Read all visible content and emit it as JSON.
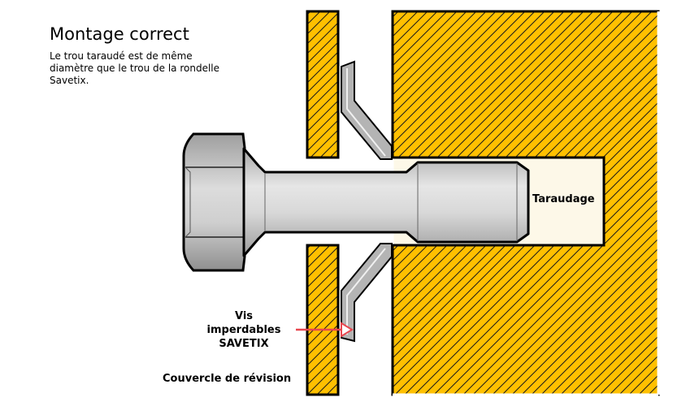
{
  "title": "Montage correct",
  "description": {
    "line1": "Le trou taraudé est de même",
    "line2": "diamètre que le trou de la rondelle",
    "line3": "Savetix."
  },
  "labels": {
    "taraudage": "Taraudage",
    "vis_line1": "Vis",
    "vis_line2": "imperdables",
    "vis_line3": "SAVETIX",
    "couvercle": "Couvercle de révision"
  },
  "colors": {
    "material": "#ffc000",
    "hatch": "#1a1a1a",
    "hole": "#fdf8e8",
    "bolt_light": "#e0e0e0",
    "bolt_dark": "#a8a8a8",
    "washer": "#b4b4b4",
    "arrow": "#e8474f"
  },
  "icons": {
    "arrow": "red-pointer-arrow"
  }
}
